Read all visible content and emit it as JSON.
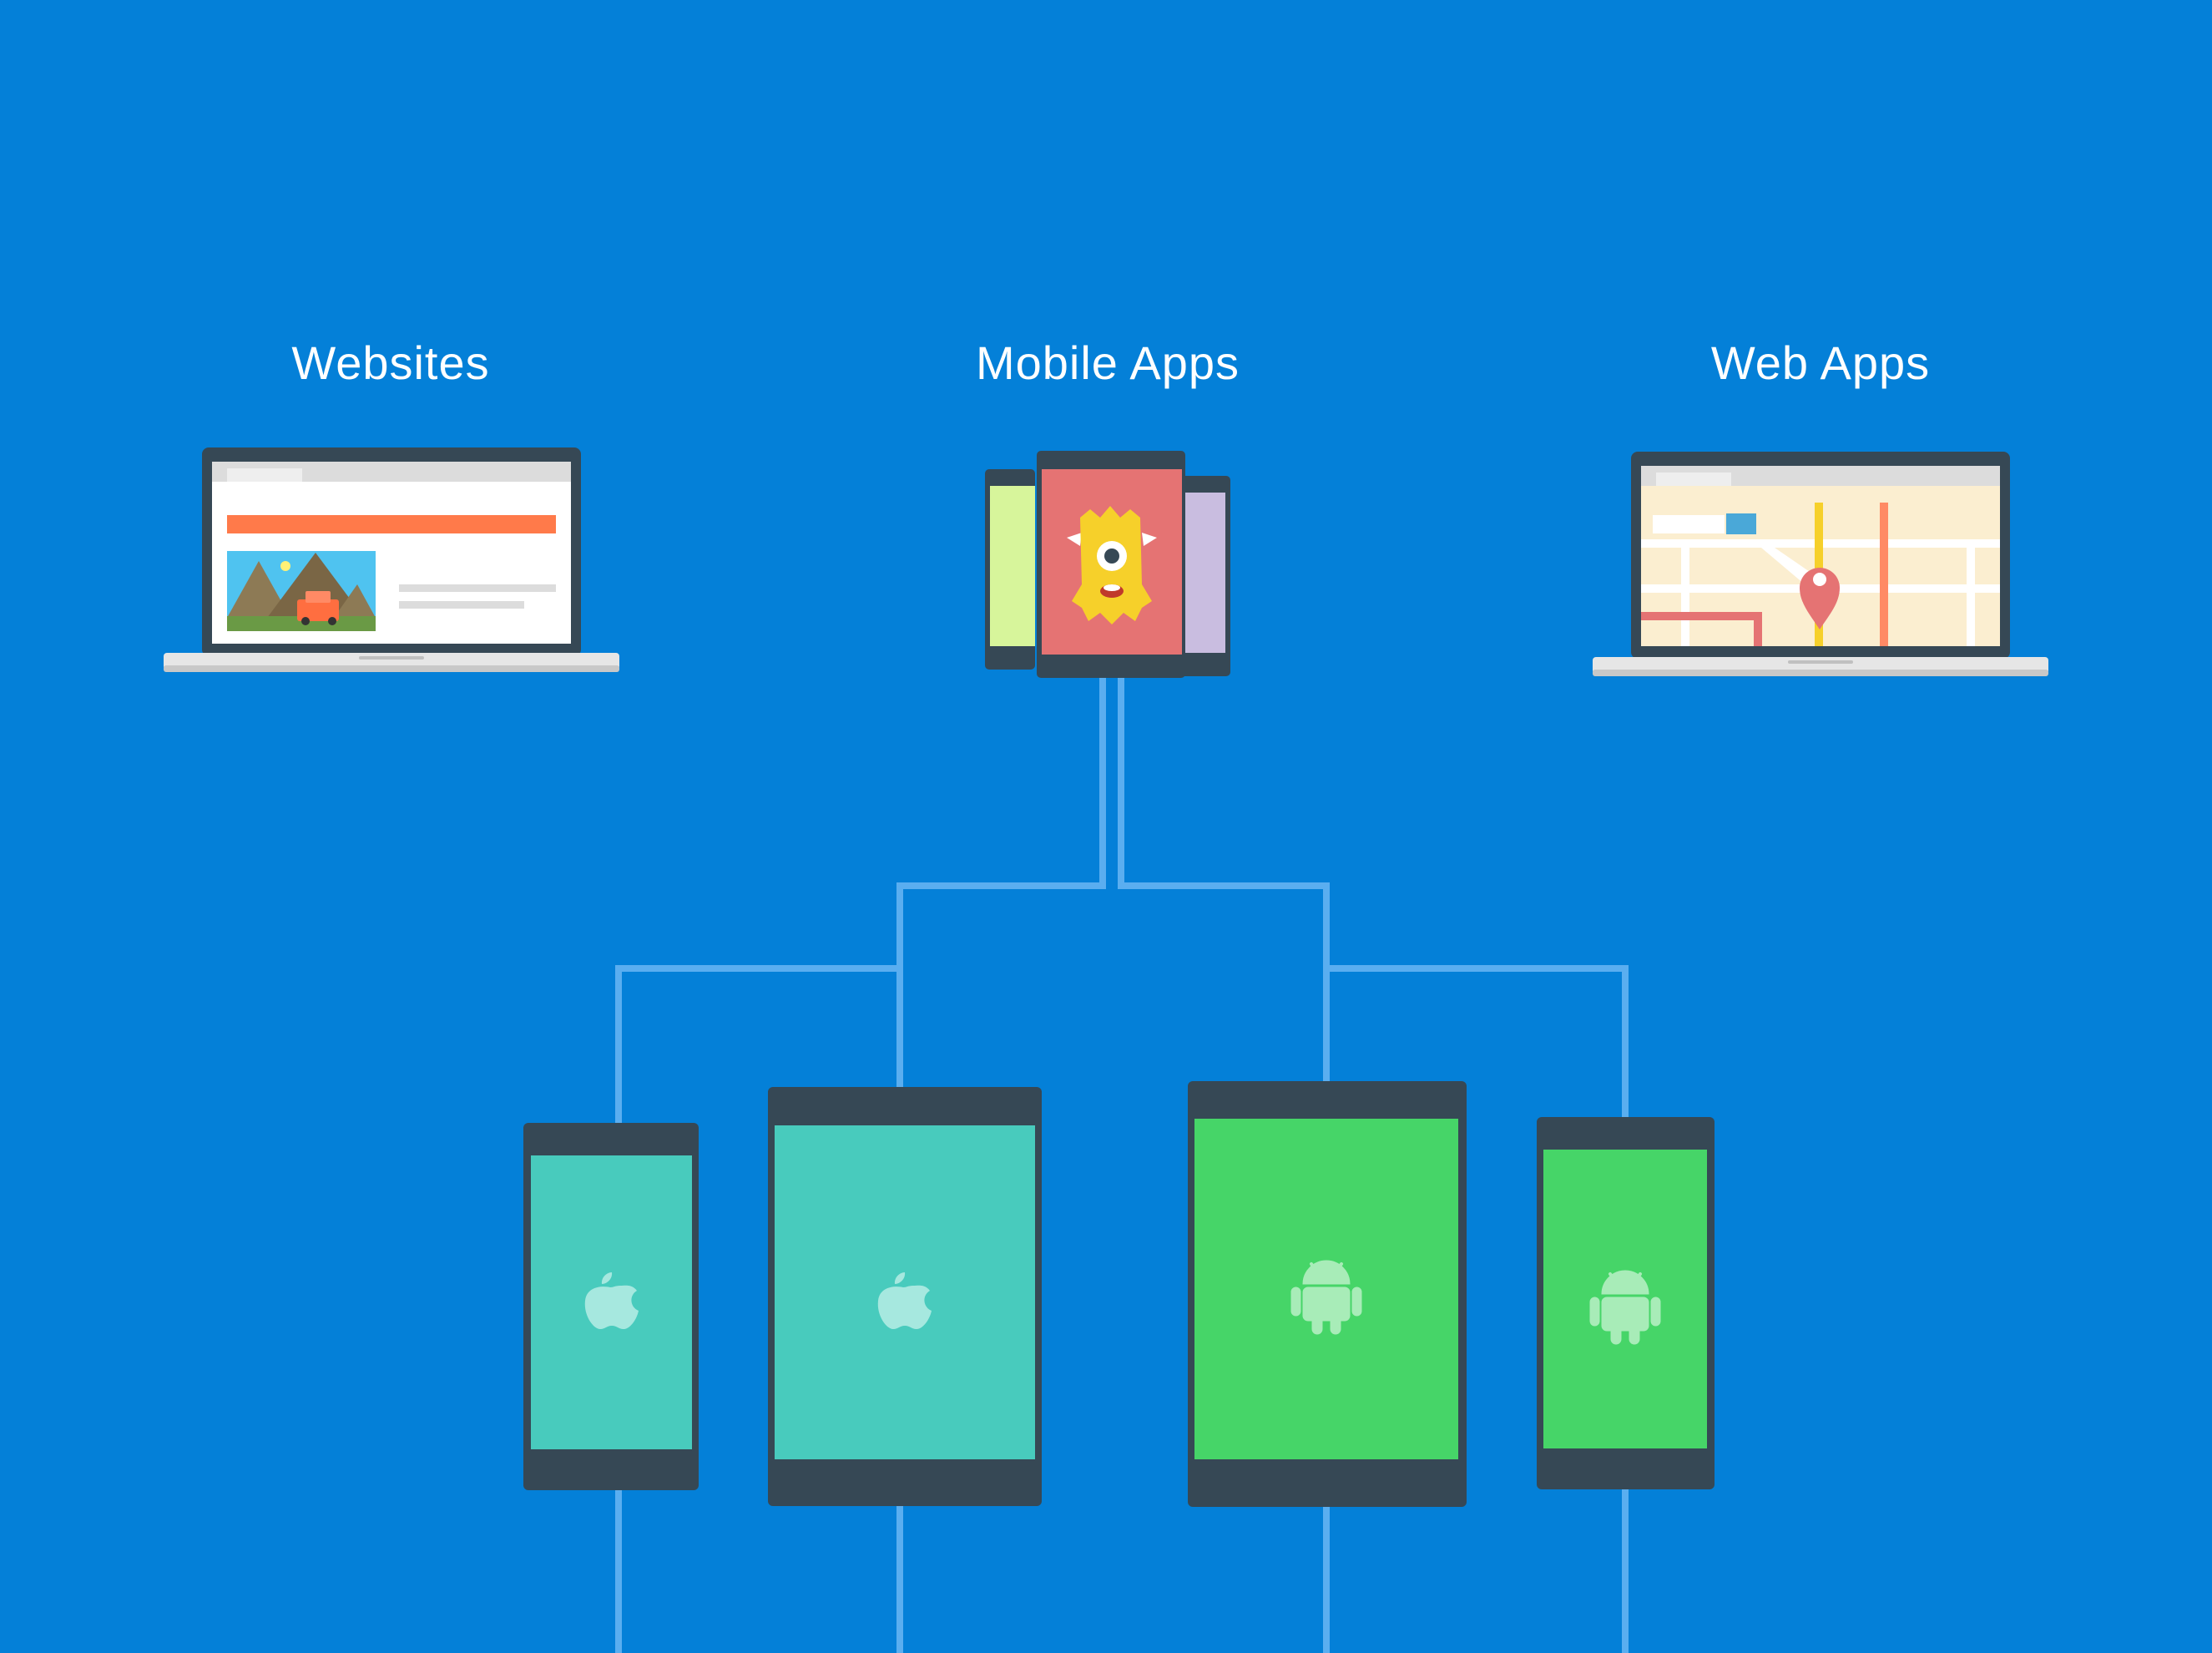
{
  "categories": {
    "websites": {
      "label": "Websites"
    },
    "mobile_apps": {
      "label": "Mobile Apps"
    },
    "web_apps": {
      "label": "Web Apps"
    }
  },
  "platforms": [
    {
      "name": "iphone",
      "os": "ios",
      "icon": "apple-icon",
      "screen_color": "#48cbbd"
    },
    {
      "name": "ipad",
      "os": "ios",
      "icon": "apple-icon",
      "screen_color": "#48cbbd"
    },
    {
      "name": "android-tablet",
      "os": "android",
      "icon": "android-icon",
      "screen_color": "#46d568"
    },
    {
      "name": "android-phone",
      "os": "android",
      "icon": "android-icon",
      "screen_color": "#46d568"
    }
  ],
  "colors": {
    "background": "#0480d8",
    "device_frame": "#364855",
    "connector": "#5aaef0",
    "ios_screen": "#48cbbd",
    "android_screen": "#46d568",
    "apple_icon": "#a6e8df",
    "android_icon": "#a8ecb8"
  }
}
